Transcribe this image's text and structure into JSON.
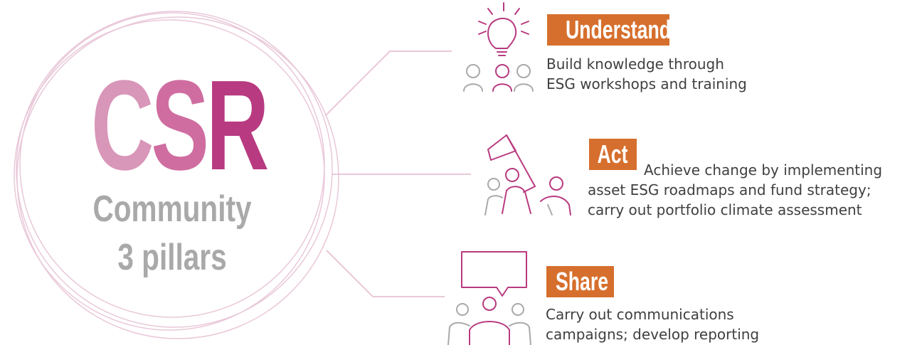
{
  "center": {
    "letters": [
      {
        "char": "C",
        "color": "#d896b8"
      },
      {
        "char": "S",
        "color": "#cf6da0"
      },
      {
        "char": "R",
        "color": "#b83a80"
      }
    ],
    "line1": "Community",
    "line2": "3 pillars",
    "subtitle_color": "#a9a9a9",
    "ring_color": "#e9c8d9"
  },
  "pillars": [
    {
      "title": "Understand",
      "desc": [
        "Build knowledge through",
        "ESG workshops and training"
      ],
      "icon": "lightbulb-people-icon"
    },
    {
      "title": "Act",
      "desc": [
        "Achieve change by implementing",
        "asset ESG roadmaps and fund strategy;",
        "carry out portfolio climate assessment"
      ],
      "icon": "flag-raising-people-icon"
    },
    {
      "title": "Share",
      "desc": [
        "Carry out communications",
        "campaigns; develop reporting"
      ],
      "icon": "speech-bubble-people-icon"
    }
  ],
  "colors": {
    "badge": "#d66f2d",
    "icon_accent": "#b83a80",
    "icon_gray": "#a9a9a9",
    "text": "#404040"
  }
}
